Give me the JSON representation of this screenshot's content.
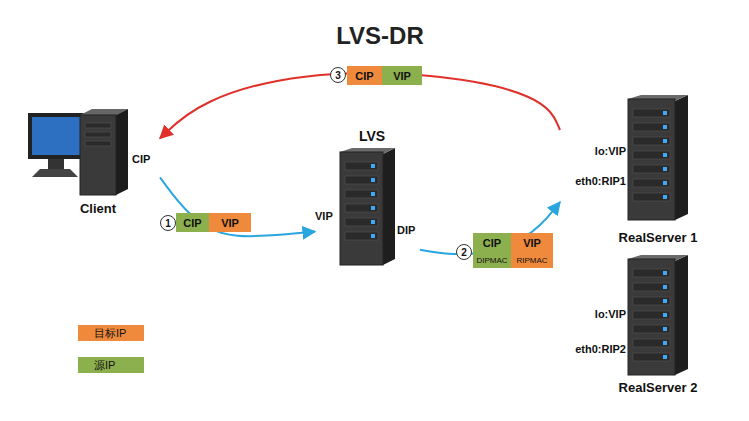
{
  "diagram": {
    "title": "LVS-DR",
    "nodes": [
      {
        "text": [
          "Client",
          "CIP"
        ]
      },
      {
        "text": [
          "LVS",
          "VIP",
          "DIP"
        ]
      },
      {
        "text": [
          "lo:VIP",
          "eth0:RIP1",
          "RealServer 1"
        ]
      },
      {
        "text": [
          "lo:VIP",
          "eth0:RIP2",
          "RealServer 2"
        ]
      }
    ],
    "edges": [
      {
        "from": 0,
        "to": 1,
        "arrow": "to"
      },
      {
        "from": 1,
        "to": 2,
        "arrow": "to"
      },
      {
        "from": 2,
        "to": 0,
        "arrow": "to"
      }
    ],
    "labels": [
      "1",
      "CIP",
      "VIP",
      "2",
      "CIP",
      "VIP",
      "DIPMAC",
      "RIPMAC",
      "3",
      "CIP",
      "VIP"
    ],
    "legend": [
      {
        "text": "目标IP",
        "color": "#ef8a3c"
      },
      {
        "text": "源IP",
        "color": "#8db04e"
      }
    ]
  }
}
